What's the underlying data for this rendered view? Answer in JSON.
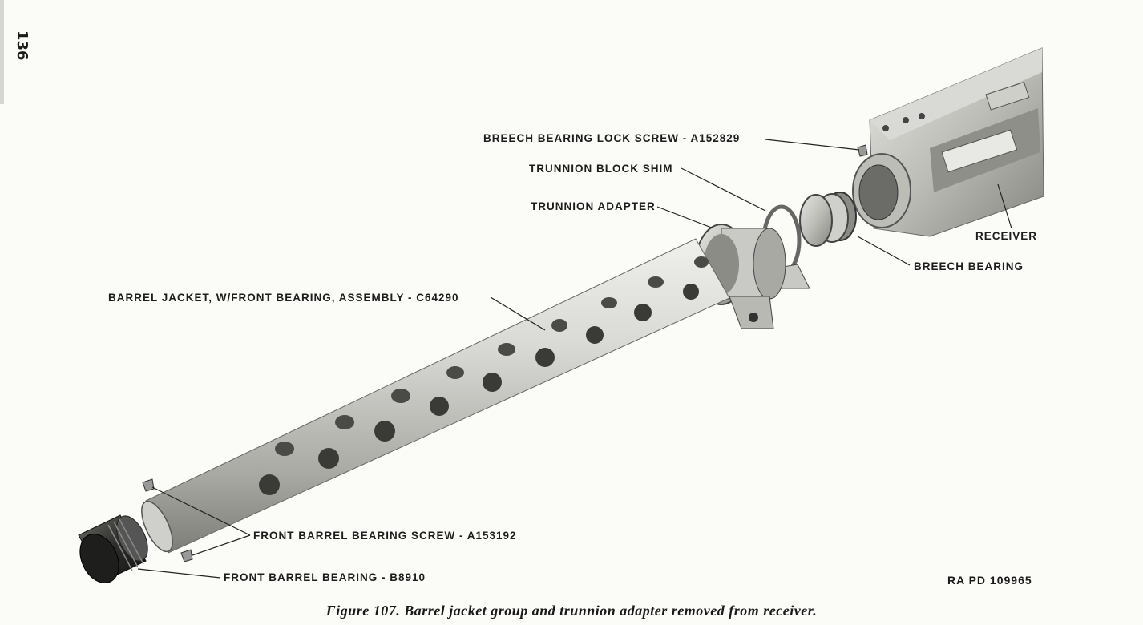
{
  "page": {
    "number": "136"
  },
  "labels": {
    "breech_bearing_lock_screw": "BREECH BEARING LOCK SCREW - A152829",
    "trunnion_block_shim": "TRUNNION BLOCK SHIM",
    "trunnion_adapter": "TRUNNION ADAPTER",
    "receiver": "RECEIVER",
    "breech_bearing": "BREECH BEARING",
    "barrel_jacket": "BARREL JACKET, W/FRONT BEARING, ASSEMBLY - C64290",
    "front_barrel_bearing_screw": "FRONT BARREL BEARING SCREW - A153192",
    "front_barrel_bearing": "FRONT BARREL BEARING - B8910"
  },
  "figure": {
    "id": "RA PD 109965",
    "caption": "Figure 107.  Barrel jacket group and trunnion adapter removed from receiver."
  }
}
